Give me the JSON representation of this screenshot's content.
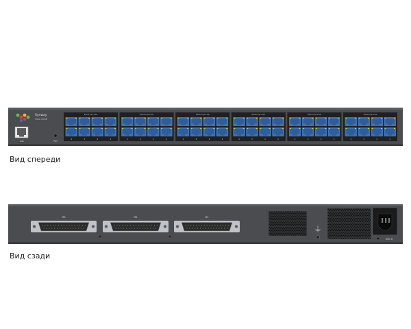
{
  "front": {
    "brand": "Synway",
    "model": "Hola 2048",
    "console_label": "Con",
    "power_label": "Pwr",
    "group_label": "Ethernet FXS",
    "caption": "Вид спереди"
  },
  "rear": {
    "connectors": [
      "M3",
      "M2",
      "M1"
    ],
    "power_label": "250 V",
    "caption": "Вид сзади"
  },
  "colors": {
    "chassis": "#4a4c4f",
    "chassis_dark": "#2f3133",
    "port_frame": "#1e2024",
    "port_blue": "#3f72b5",
    "logo_green": "#7bb342",
    "logo_red": "#d0463a",
    "logo_yellow": "#e9b83a"
  }
}
